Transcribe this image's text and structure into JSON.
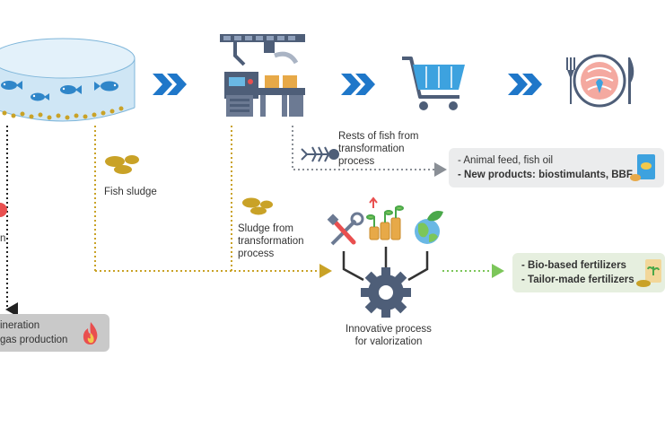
{
  "labels": {
    "rests_line1": "Rests of fish from",
    "rests_line2": "transformation",
    "rests_line3": "process",
    "fish_sludge": "Fish sludge",
    "sludge_line1": "Sludge from",
    "sludge_line2": "transformation",
    "sludge_line3": "process",
    "innovative_line1": "Innovative process",
    "innovative_line2": "for valorization",
    "left_cut": "n"
  },
  "boxes": {
    "products": {
      "line1": "- Animal feed, fish oil",
      "line2": "- New products: biostimulants, BBF"
    },
    "fertilizers": {
      "line1": "- Bio-based fertilizers",
      "line2": "- Tailor-made fertilizers"
    },
    "incineration": {
      "line1": "ineration",
      "line2": "gas production"
    }
  },
  "icons": {
    "tank": "fish-tank-icon",
    "factory": "processing-factory-icon",
    "cart": "shopping-cart-icon",
    "plate": "fish-plate-icon",
    "fishbone": "fish-bone-icon",
    "fish_feed": "fish-feed-bag-icon",
    "sludge1": "sludge-pile-icon",
    "sludge2": "sludge-pile-icon",
    "tools": "tools-icon",
    "coins": "growth-coins-icon",
    "globe": "green-globe-icon",
    "gear": "gear-icon",
    "fire": "fire-icon",
    "fert_bag": "fertilizer-bag-icon",
    "chevrons": "double-chevron-icon"
  },
  "colors": {
    "chevron": "#1f77c9",
    "sludge_dotted": "#c9a227",
    "gray_dotted": "#8a8f96",
    "green_dotted": "#7cc65a",
    "black_dotted": "#222222",
    "products_box": "#ebeced",
    "fertilizer_box": "#e6efdf",
    "incineration_box": "#c9c9c9",
    "water": "#cfe6f5",
    "steel": "#4e5e78"
  }
}
